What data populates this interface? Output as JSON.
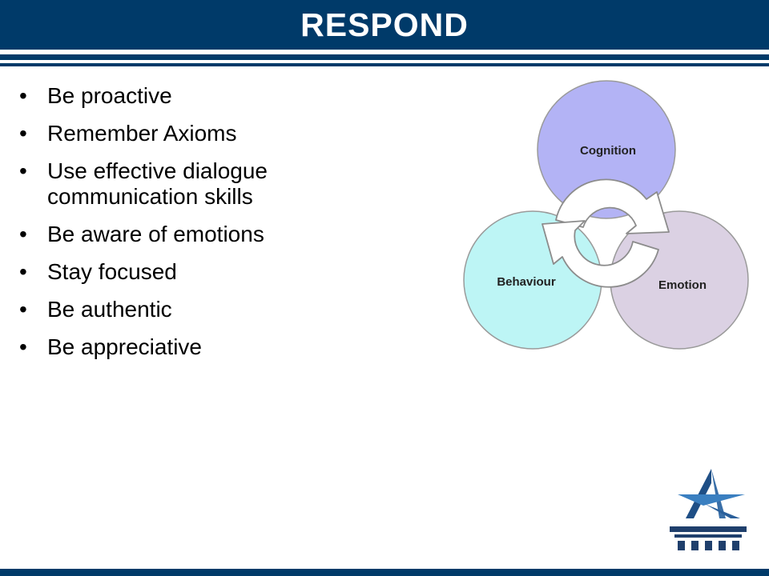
{
  "slide": {
    "title": "RESPOND",
    "bullet_glyph": "•",
    "bullets": [
      "Be proactive",
      "Remember Axioms",
      "Use effective dialogue communication skills",
      "Be aware of emotions",
      "Stay focused",
      "Be authentic",
      "Be appreciative"
    ]
  },
  "diagram": {
    "circles": [
      {
        "label": "Cognition",
        "color": "#b3b3f5"
      },
      {
        "label": "Behaviour",
        "color": "#bdf5f5"
      },
      {
        "label": "Emotion",
        "color": "#dbd1e3"
      }
    ],
    "arrow_icon": "circular-arrows-icon"
  },
  "colors": {
    "brand_navy": "#003a69",
    "circle_outline": "#9a9a9a",
    "logo_blue": "#1f4f86"
  },
  "logo_icon": "airport-a-logo-icon"
}
